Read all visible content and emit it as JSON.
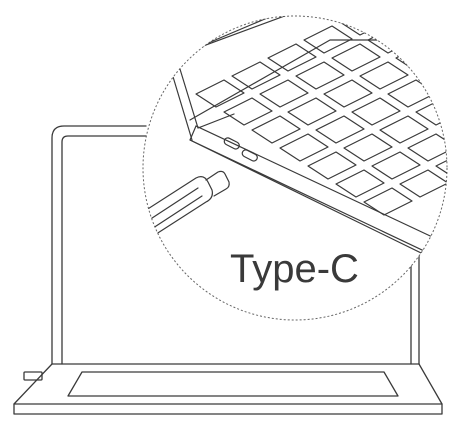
{
  "diagram": {
    "port_label": "Type-C",
    "colors": {
      "line": "#3a3a3a",
      "background": "#ffffff",
      "dotted_circle": "#666666"
    },
    "icons": [
      "laptop-illustration",
      "usb-c-cable-icon",
      "keyboard-closeup",
      "magnifier-circle"
    ]
  }
}
